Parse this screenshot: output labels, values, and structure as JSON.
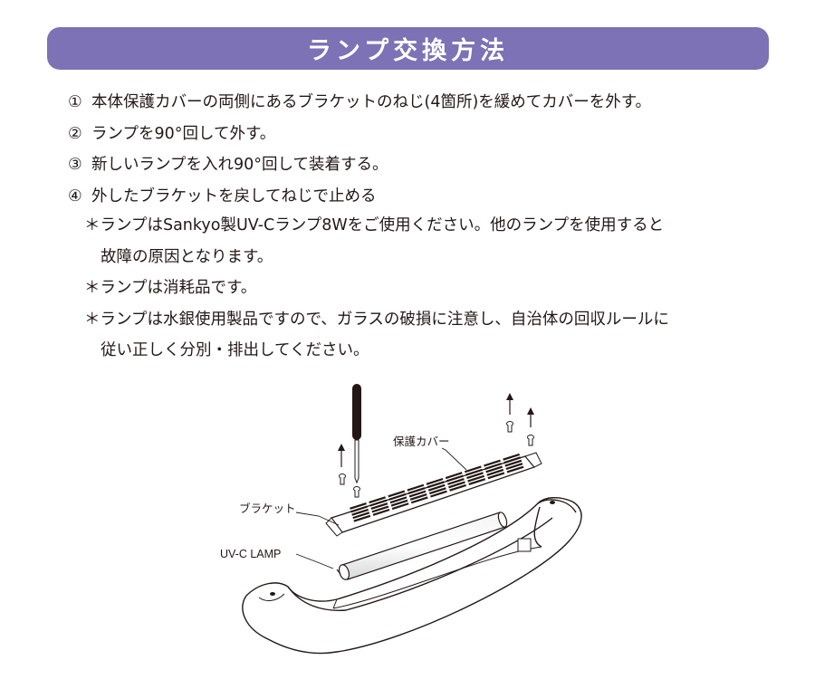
{
  "header": {
    "title": "ランプ交換方法"
  },
  "steps": [
    {
      "num": "①",
      "text": "本体保護カバーの両側にあるブラケットのねじ(4箇所)を緩めてカバーを外す。"
    },
    {
      "num": "②",
      "text": "ランプを90°回して外す。"
    },
    {
      "num": "③",
      "text": "新しいランプを入れ90°回して装着する。"
    },
    {
      "num": "④",
      "text": "外したブラケットを戻してねじで止める"
    }
  ],
  "notes": [
    {
      "line1": "＊ランプはSankyo製UV-Cランプ8Wをご使用ください。他のランプを使用すると",
      "line2": "故障の原因となります。"
    },
    {
      "line1": "＊ランプは消耗品です。",
      "line2": ""
    },
    {
      "line1": "＊ランプは水銀使用製品ですので、ガラスの破損に注意し、自治体の回収ルールに",
      "line2": "従い正しく分別・排出してください。"
    }
  ],
  "diagram": {
    "labels": {
      "cover": "保護カバー",
      "bracket": "ブラケット",
      "lamp": "UV-C LAMP"
    }
  }
}
